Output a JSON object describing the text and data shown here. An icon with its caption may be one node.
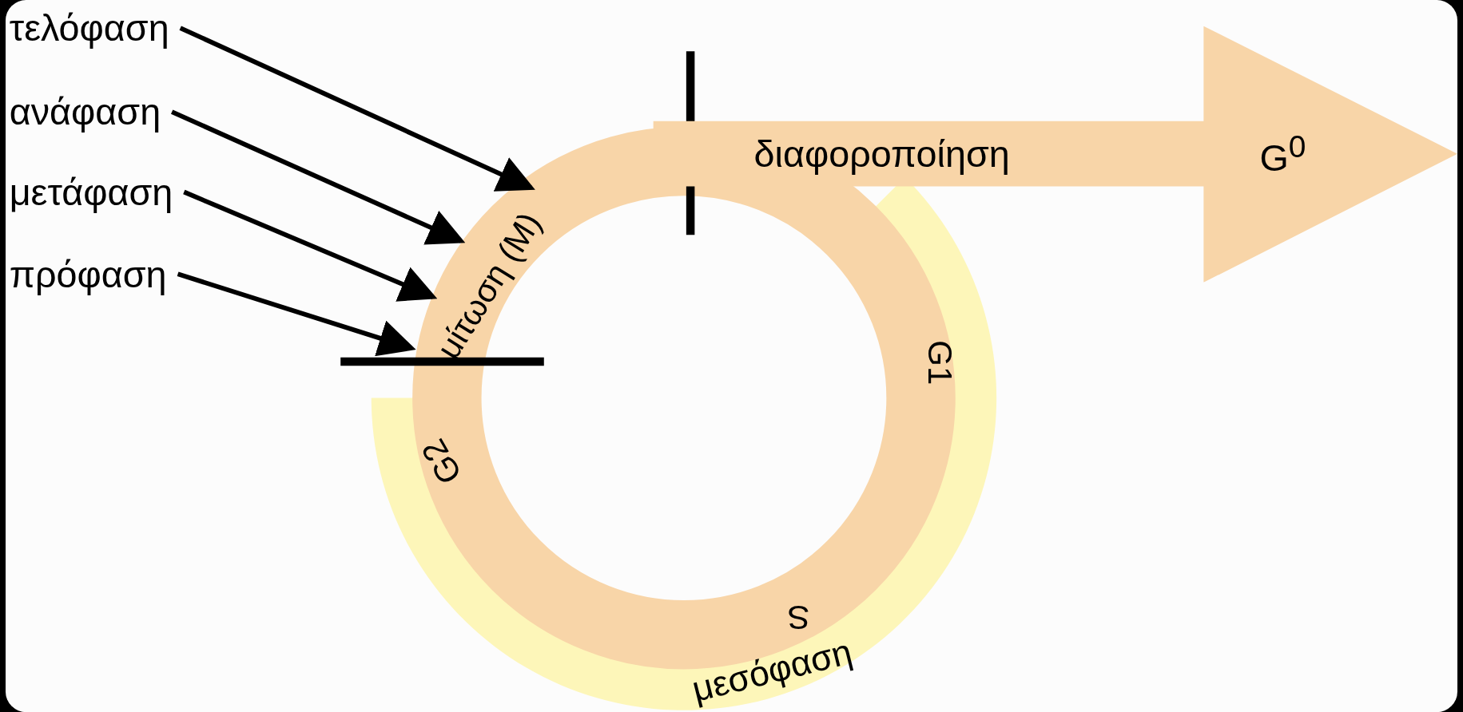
{
  "diagram": {
    "nodes": [
      {
        "text": [
          "τελόφαση"
        ]
      },
      {
        "text": [
          "ανάφαση"
        ]
      },
      {
        "text": [
          "μετάφαση"
        ]
      },
      {
        "text": [
          "πρόφαση"
        ]
      },
      {
        "text": [
          "μίτωση (M)"
        ]
      },
      {
        "text": [
          "μεσόφαση"
        ]
      },
      {
        "text": [
          "διαφοροποίηση",
          "G$^{0}$"
        ]
      }
    ],
    "edges": [
      {
        "from": 0,
        "to": 4,
        "arrow": "to"
      },
      {
        "from": 1,
        "to": 4,
        "arrow": "to"
      },
      {
        "from": 2,
        "to": 4,
        "arrow": "to"
      },
      {
        "from": 3,
        "to": 4,
        "arrow": "to"
      }
    ],
    "labels": [
      "G1",
      "S",
      "G2"
    ]
  }
}
